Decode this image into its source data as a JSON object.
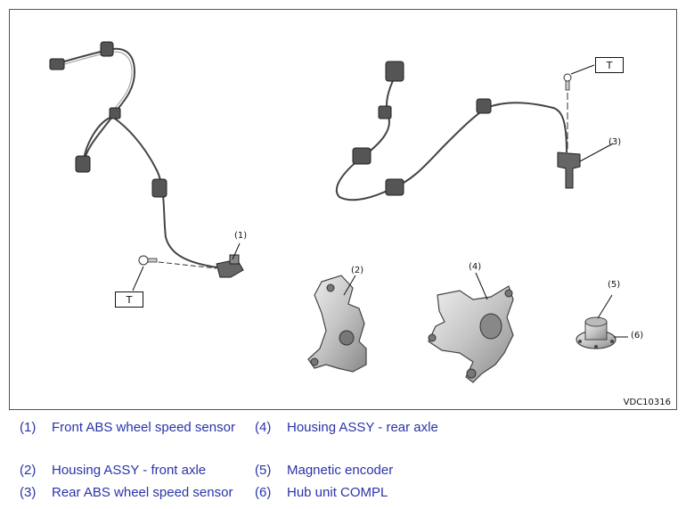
{
  "figure": {
    "code": "VDC10316",
    "torque_symbol": "T",
    "callouts": [
      "(1)",
      "(2)",
      "(3)",
      "(4)",
      "(5)",
      "(6)"
    ]
  },
  "legend": [
    {
      "num": "(1)",
      "text": "Front ABS wheel speed sensor"
    },
    {
      "num": "(4)",
      "text": "Housing ASSY - rear axle"
    },
    {
      "num": "(2)",
      "text": "Housing ASSY - front axle"
    },
    {
      "num": "(5)",
      "text": "Magnetic encoder"
    },
    {
      "num": "(3)",
      "text": "Rear ABS wheel speed sensor"
    },
    {
      "num": "(6)",
      "text": "Hub unit COMPL"
    }
  ],
  "colors": {
    "legend_text": "#2a34a8",
    "border": "#555555",
    "part_fill": "#d8d8d8",
    "part_stroke": "#444444"
  }
}
